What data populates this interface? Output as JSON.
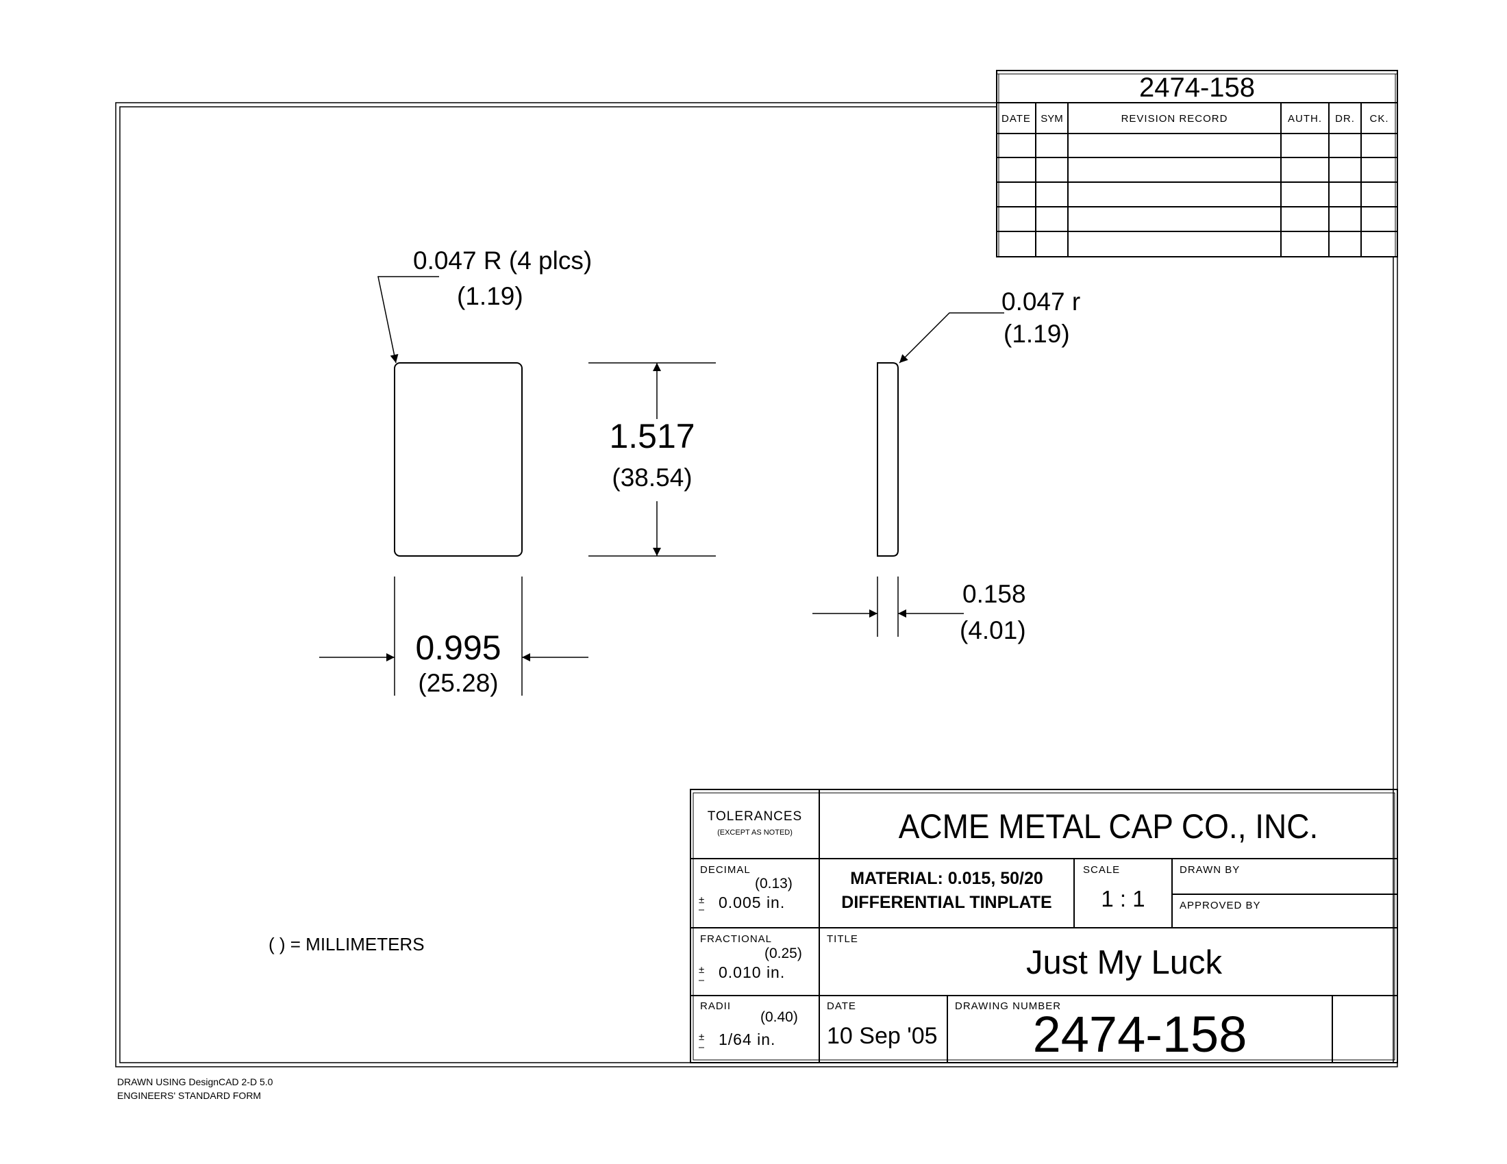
{
  "revision_block": {
    "drawing_number": "2474-158",
    "headers": {
      "date": "DATE",
      "sym": "SYM",
      "record": "REVISION RECORD",
      "auth": "AUTH.",
      "dr": "DR.",
      "ck": "CK."
    },
    "rows": [
      {
        "date": "",
        "sym": "",
        "record": "",
        "auth": "",
        "dr": "",
        "ck": ""
      },
      {
        "date": "",
        "sym": "",
        "record": "",
        "auth": "",
        "dr": "",
        "ck": ""
      },
      {
        "date": "",
        "sym": "",
        "record": "",
        "auth": "",
        "dr": "",
        "ck": ""
      },
      {
        "date": "",
        "sym": "",
        "record": "",
        "auth": "",
        "dr": "",
        "ck": ""
      },
      {
        "date": "",
        "sym": "",
        "record": "",
        "auth": "",
        "dr": "",
        "ck": ""
      }
    ]
  },
  "dimensions": {
    "corner_radius": {
      "inches": "0.047 R (4 plcs)",
      "mm": "(1.19)"
    },
    "edge_radius": {
      "inches": "0.047 r",
      "mm": "(1.19)"
    },
    "height": {
      "inches": "1.517",
      "mm": "(38.54)"
    },
    "width": {
      "inches": "0.995",
      "mm": "(25.28)"
    },
    "thickness": {
      "inches": "0.158",
      "mm": "(4.01)"
    }
  },
  "legend_note": "( ) = MILLIMETERS",
  "title_block": {
    "tolerances": {
      "label": "TOLERANCES",
      "note": "(EXCEPT AS NOTED)"
    },
    "decimal": {
      "label": "DECIMAL",
      "mm": "(0.13)",
      "value": "0.005 in."
    },
    "fractional": {
      "label": "FRACTIONAL",
      "mm": "(0.25)",
      "value": "0.010 in."
    },
    "radii": {
      "label": "RADII",
      "mm": "(0.40)",
      "value": "1/64 in."
    },
    "plus_minus": "±",
    "company": "ACME METAL CAP CO., INC.",
    "material_line1": "MATERIAL:  0.015,  50/20",
    "material_line2": "DIFFERENTIAL TINPLATE",
    "scale": {
      "label": "SCALE",
      "value": "1 : 1"
    },
    "drawn_by": {
      "label": "DRAWN BY",
      "value": ""
    },
    "approved_by": {
      "label": "APPROVED BY",
      "value": ""
    },
    "title": {
      "label": "TITLE",
      "value": "Just My Luck"
    },
    "date": {
      "label": "DATE",
      "value": "10 Sep '05"
    },
    "drawing_number": {
      "label": "DRAWING NUMBER",
      "value": "2474-158"
    }
  },
  "footer": {
    "line1": "DRAWN USING DesignCAD 2-D 5.0",
    "line2": "ENGINEERS' STANDARD FORM"
  }
}
